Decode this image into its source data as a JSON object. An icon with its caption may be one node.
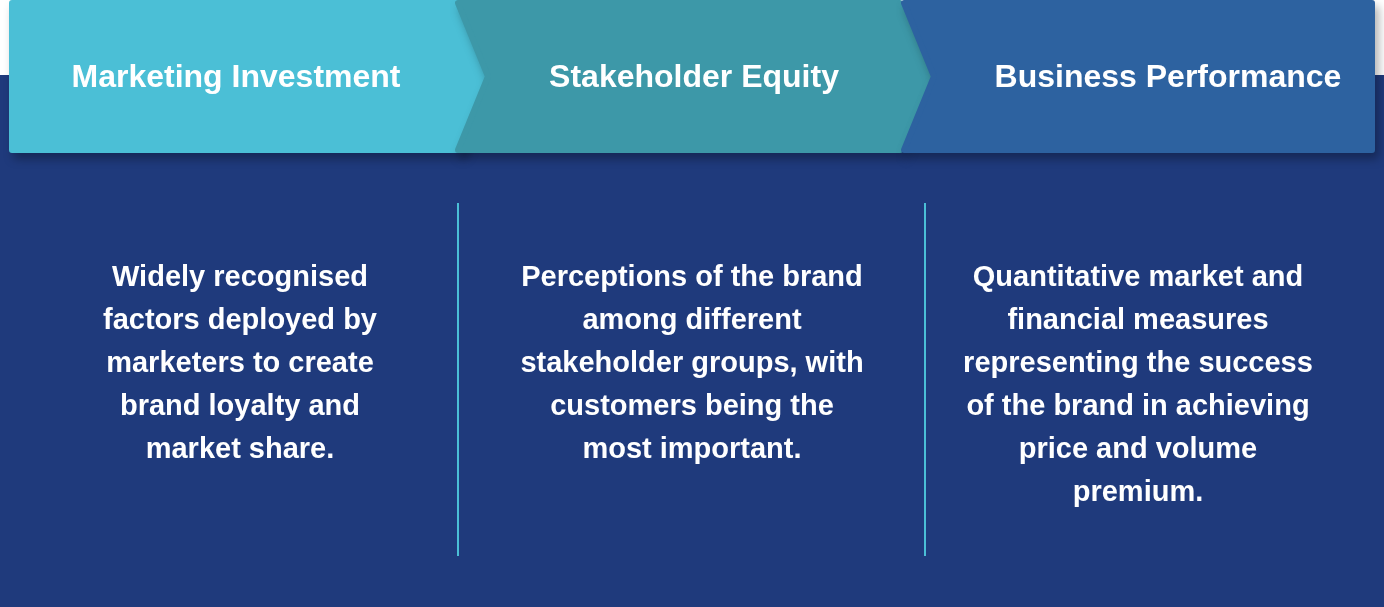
{
  "diagram": {
    "nodes": [
      {
        "text": [
          "Marketing Investment"
        ]
      },
      {
        "text": [
          "Stakeholder Equity"
        ]
      },
      {
        "text": [
          "Business Performance"
        ]
      }
    ],
    "labels": [
      "Widely recognised factors deployed by marketers to create brand loyalty and market share.",
      "Perceptions of the brand among different stakeholder groups, with customers being the most important.",
      "Quantitative market and financial measures representing the success of the brand in achieving price and volume premium."
    ]
  }
}
